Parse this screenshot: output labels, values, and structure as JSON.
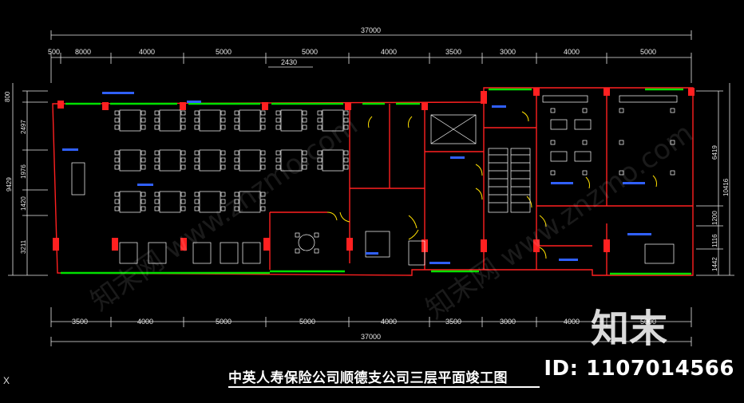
{
  "drawing": {
    "title": "中英人寿保险公司顺德支公司三层平面竣工图",
    "id_label": "ID: 1107014566",
    "brand": "知末",
    "watermark": "知末网 www.znzmo.com",
    "corner_mark": "X",
    "colors": {
      "wall": "#ff2020",
      "window": "#00e000",
      "dim": "#e8e8e8",
      "furniture": "#ffffff",
      "label": "#3060ff",
      "door": "#ffe000",
      "background": "#000000"
    }
  },
  "dims_top": {
    "total": "37000",
    "segments": [
      "500",
      "8000",
      "4000",
      "5000",
      "5000",
      "4000",
      "3500",
      "3000",
      "4000",
      "5000"
    ],
    "inner": "2430"
  },
  "dims_bottom": {
    "total": "37000",
    "segments": [
      "3500",
      "4000",
      "5000",
      "5000",
      "4000",
      "3500",
      "3000",
      "4000",
      "5000"
    ]
  },
  "dims_left": {
    "total": "9429",
    "segments": [
      "800",
      "2497",
      "1976",
      "1420",
      "3211"
    ]
  },
  "dims_right": {
    "total": "10416",
    "segments": [
      "6419",
      "1200",
      "1116",
      "1442"
    ]
  }
}
